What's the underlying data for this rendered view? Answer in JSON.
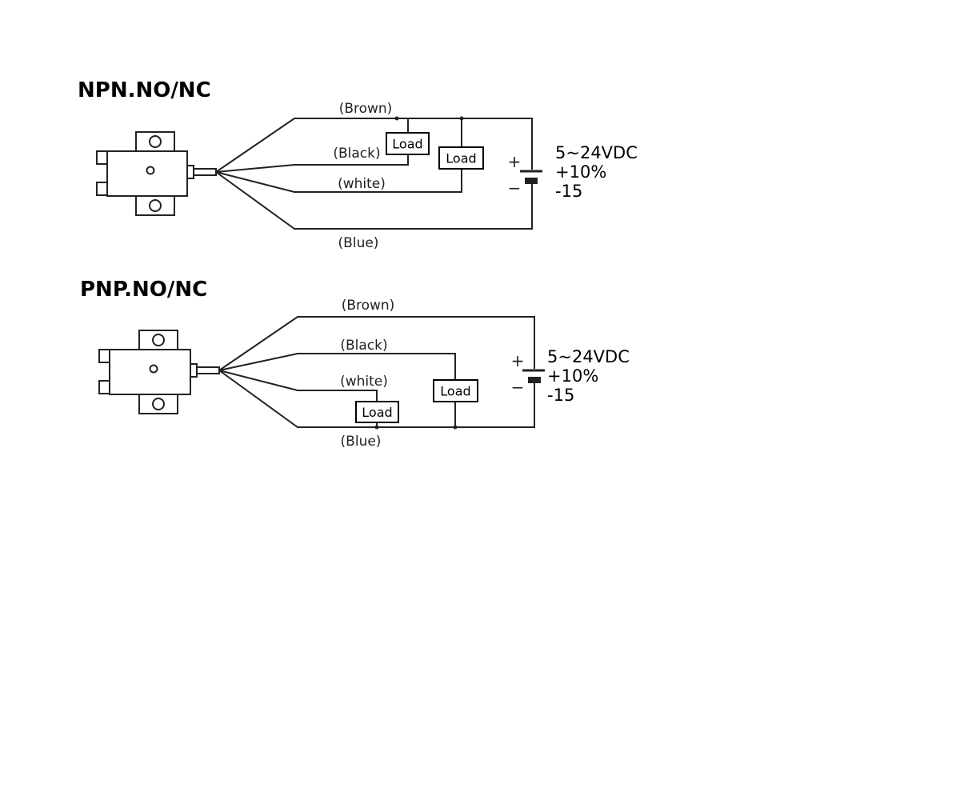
{
  "colors": {
    "line": "#222222",
    "text": "#000000",
    "background": "#ffffff"
  },
  "npn": {
    "title": "NPN.NO/NC",
    "wires": {
      "brown": "(Brown)",
      "black": "(Black)",
      "white": "(white)",
      "blue": "(Blue)"
    },
    "loads": [
      "Load",
      "Load"
    ],
    "battery": {
      "plus": "+",
      "minus": "−"
    },
    "supply": {
      "voltage": "5~24VDC",
      "tol_plus": "+10%",
      "tol_minus": "-15"
    }
  },
  "pnp": {
    "title": "PNP.NO/NC",
    "wires": {
      "brown": "(Brown)",
      "black": "(Black)",
      "white": "(white)",
      "blue": "(Blue)"
    },
    "loads": [
      "Load",
      "Load"
    ],
    "battery": {
      "plus": "+",
      "minus": "−"
    },
    "supply": {
      "voltage": "5~24VDC",
      "tol_plus": "+10%",
      "tol_minus": "-15"
    }
  }
}
